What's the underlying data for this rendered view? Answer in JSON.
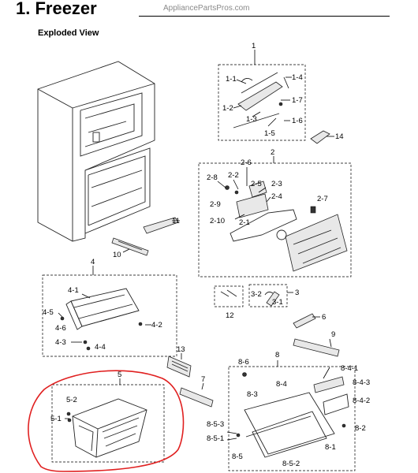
{
  "header": {
    "title": "1. Freezer",
    "watermark": "AppliancePartsPros.com",
    "subtitle": "Exploded View"
  },
  "callouts": {
    "c1": "1",
    "c1_1": "1-1",
    "c1_2": "1-2",
    "c1_3": "1-3",
    "c1_4": "1-4",
    "c1_5": "1-5",
    "c1_6": "1-6",
    "c1_7": "1-7",
    "c14": "14",
    "c2": "2",
    "c2_1": "2-1",
    "c2_2": "2-2",
    "c2_3": "2-3",
    "c2_4": "2-4",
    "c2_5": "2-5",
    "c2_6": "2-6",
    "c2_7": "2-7",
    "c2_8": "2-8",
    "c2_9": "2-9",
    "c2_10": "2-10",
    "c11": "11",
    "c10": "10",
    "c4": "4",
    "c4_1": "4-1",
    "c4_2": "4-2",
    "c4_3": "4-3",
    "c4_4": "4-4",
    "c4_5": "4-5",
    "c4_6": "4-6",
    "c3": "3",
    "c3_1": "3-1",
    "c3_2": "3-2",
    "c12": "12",
    "c6": "6",
    "c9": "9",
    "c13": "13",
    "c7": "7",
    "c5": "5",
    "c5_1": "5-1",
    "c5_2": "5-2",
    "c8": "8",
    "c8_1": "8-1",
    "c8_2": "8-2",
    "c8_3": "8-3",
    "c8_4": "8-4",
    "c8_6": "8-6",
    "c8_4_1": "8-4-1",
    "c8_4_2": "8-4-2",
    "c8_4_3": "8-4-3",
    "c8_5": "8-5",
    "c8_5_1": "8-5-1",
    "c8_5_2": "8-5-2",
    "c8_5_3": "8-5-3"
  },
  "highlight": {
    "color": "#e02020",
    "target": "5"
  }
}
